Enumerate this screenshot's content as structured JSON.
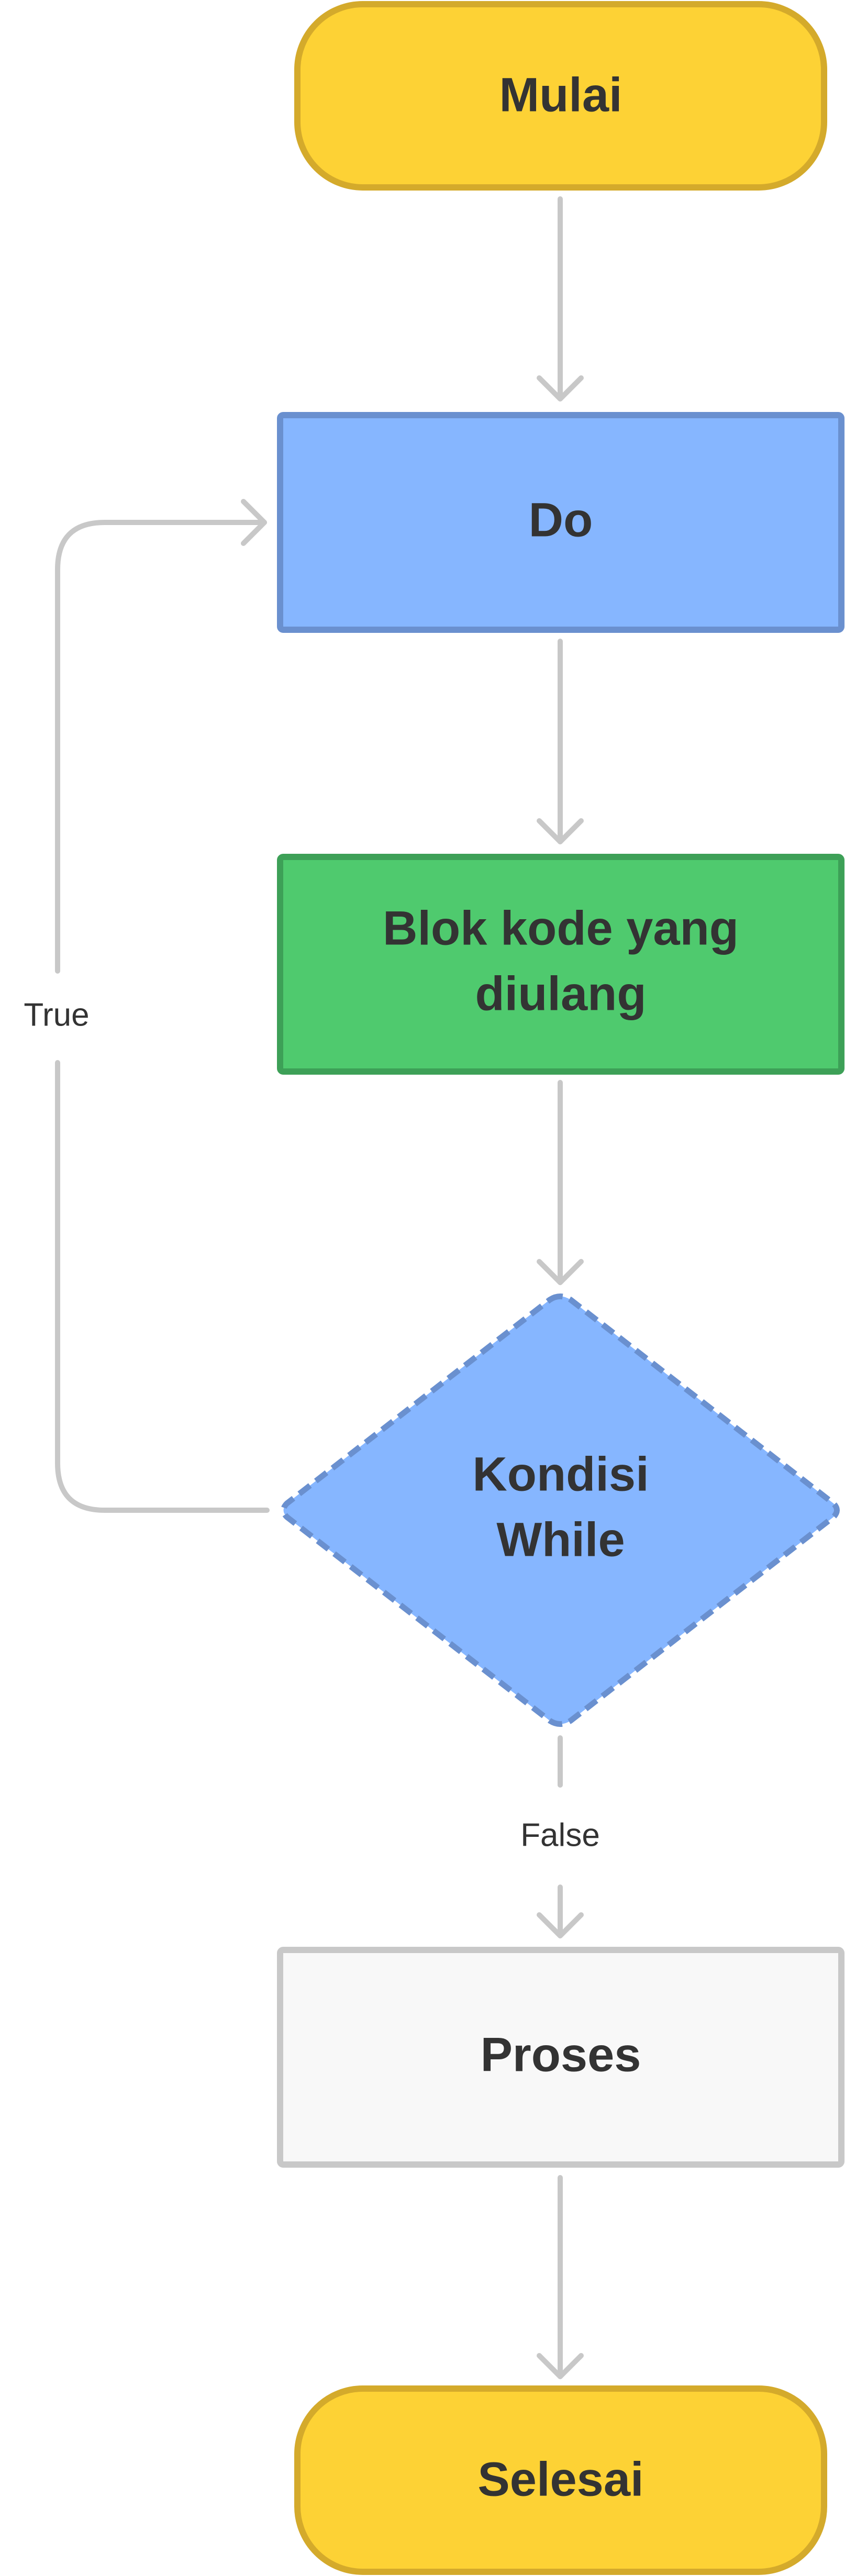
{
  "nodes": {
    "start": {
      "label": "Mulai",
      "fill": "#FDD235",
      "stroke": "#D4AA2B"
    },
    "do": {
      "label": "Do",
      "fill": "#86B6FF",
      "stroke": "#6A90CF"
    },
    "body": {
      "label_line1": "Blok kode yang",
      "label_line2": "diulang",
      "fill": "#4FCA6E",
      "stroke": "#3DA057"
    },
    "condition": {
      "label_line1": "Kondisi",
      "label_line2": "While",
      "fill": "#86B6FF",
      "stroke": "#6A90CF"
    },
    "process": {
      "label": "Proses",
      "fill": "#F8F8F8",
      "stroke": "#C8C8C8"
    },
    "end": {
      "label": "Selesai",
      "fill": "#FDD235",
      "stroke": "#D4AA2B"
    }
  },
  "edges": {
    "loop_label": "True",
    "exit_label": "False",
    "line_color": "#C8C8C8"
  }
}
